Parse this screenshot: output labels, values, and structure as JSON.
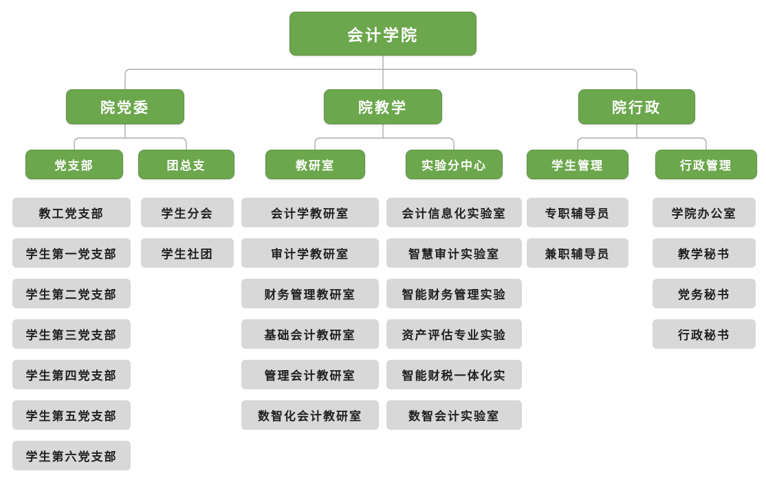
{
  "org": {
    "root": "会计学院",
    "branches": [
      {
        "label": "院党委",
        "groups": [
          {
            "label": "党支部",
            "items": [
              "教工党支部",
              "学生第一党支部",
              "学生第二党支部",
              "学生第三党支部",
              "学生第四党支部",
              "学生第五党支部",
              "学生第六党支部"
            ]
          },
          {
            "label": "团总支",
            "items": [
              "学生分会",
              "学生社团"
            ]
          }
        ]
      },
      {
        "label": "院教学",
        "groups": [
          {
            "label": "教研室",
            "items": [
              "会计学教研室",
              "审计学教研室",
              "财务管理教研室",
              "基础会计教研室",
              "管理会计教研室",
              "数智化会计教研室"
            ]
          },
          {
            "label": "实验分中心",
            "items": [
              "会计信息化实验室",
              "智慧审计实验室",
              "智能财务管理实验",
              "资产评估专业实验",
              "智能财税一体化实",
              "数智会计实验室"
            ]
          }
        ]
      },
      {
        "label": "院行政",
        "groups": [
          {
            "label": "学生管理",
            "items": [
              "专职辅导员",
              "兼职辅导员"
            ]
          },
          {
            "label": "行政管理",
            "items": [
              "学院办公室",
              "教学秘书",
              "党务秘书",
              "行政秘书"
            ]
          }
        ]
      }
    ]
  },
  "colors": {
    "node_green": "#6CA74D",
    "node_green_border": "#5D9342",
    "node_gray": "#d8d8d8",
    "connector_line": "#ababab",
    "text_on_green": "#ffffff",
    "text_on_gray": "#1f1f1f"
  }
}
